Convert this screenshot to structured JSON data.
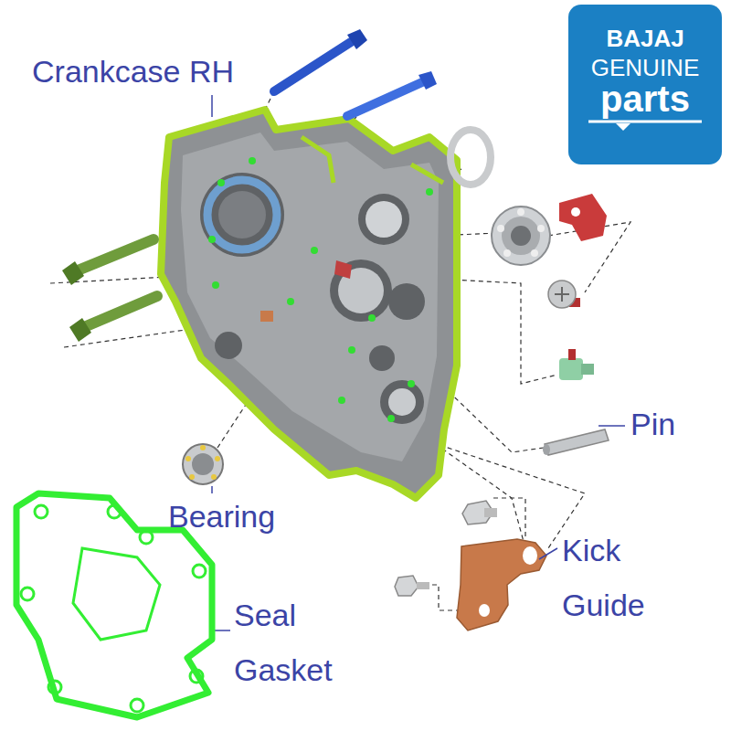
{
  "diagram": {
    "nodes": [
      {
        "text": [
          "BAJAJ",
          "GENUINE",
          "parts"
        ]
      }
    ],
    "labels": [
      "Crankcase RH",
      "Pin",
      "Bearing",
      "Kick Guide",
      "Seal Gasket"
    ]
  }
}
